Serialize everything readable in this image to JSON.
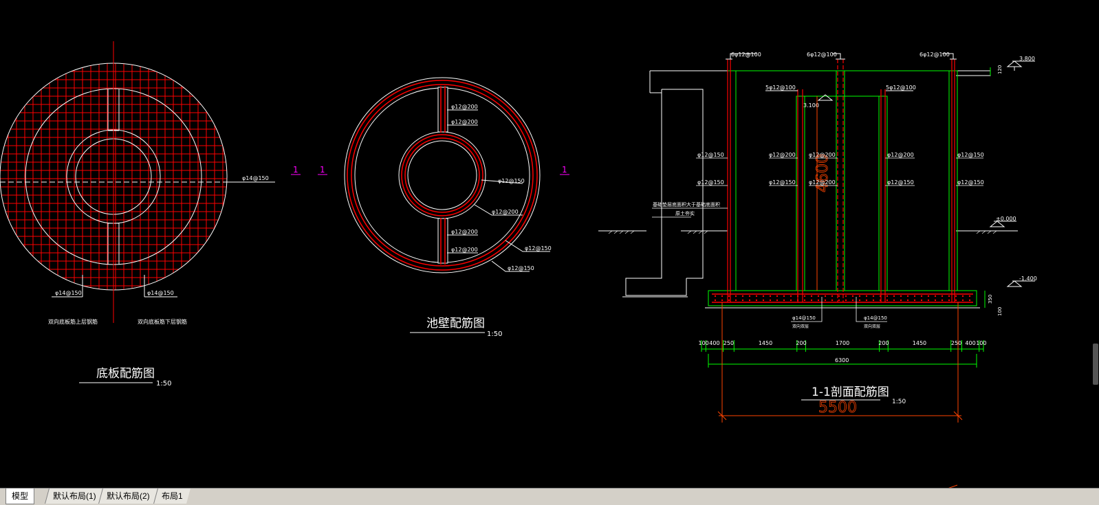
{
  "drawing": {
    "bottom_plan": {
      "title": "底板配筋图",
      "scale": "1:50",
      "rebar_right": "φ14@150",
      "rebar_bl": "φ14@150",
      "rebar_br": "φ14@150",
      "note_left": "双向底板筋上层钢筋",
      "note_right": "双向底板筋下层钢筋"
    },
    "wall_plan": {
      "title": "池壁配筋图",
      "scale": "1:50",
      "labels": [
        "φ12@200",
        "φ12@200",
        "φ12@150",
        "φ12@200",
        "φ12@200",
        "φ12@200",
        "φ12@150",
        "φ12@150"
      ]
    },
    "section_marks": [
      "1",
      "1",
      "1"
    ],
    "section": {
      "title": "1-1剖面配筋图",
      "scale": "1:50",
      "top_rebar": [
        "6φ12@100",
        "6φ12@100",
        "6φ12@100"
      ],
      "mid_rebar": [
        "5φ12@100",
        "5φ12@100"
      ],
      "elev_top": "3.800",
      "elev_mid": "3.100",
      "elev_zero": "±0.000",
      "elev_bottom": "-1.400",
      "dim_120": "120",
      "dim_350": "350",
      "dim_100v": "100",
      "red_vertical": "4600",
      "red_dim": "5500",
      "row1": [
        "φ12@150",
        "φ12@200",
        "φ12@200",
        "φ12@200",
        "φ12@150"
      ],
      "row2": [
        "φ12@150",
        "φ12@150",
        "φ12@200",
        "φ12@150",
        "φ12@150"
      ],
      "note1": "基础垫层底面积大于基础底面积",
      "note2": "原土夯实",
      "base_rebar_l": "φ14@150",
      "base_rebar_l_sub": "双向双层",
      "base_rebar_r": "φ14@150",
      "base_rebar_r_sub": "双向双层",
      "dims": [
        "100",
        "400",
        "250",
        "1450",
        "200",
        "1700",
        "200",
        "1450",
        "250",
        "400",
        "100"
      ],
      "total": "6300"
    }
  },
  "tabs": [
    "模型",
    "默认布局(1)",
    "默认布局(2)",
    "布局1"
  ],
  "colors": {
    "background": "#000000",
    "red": "#ff0000",
    "green": "#00ff00",
    "white": "#ffffff",
    "magenta": "#ff00ff",
    "orange": "#ff4400"
  }
}
